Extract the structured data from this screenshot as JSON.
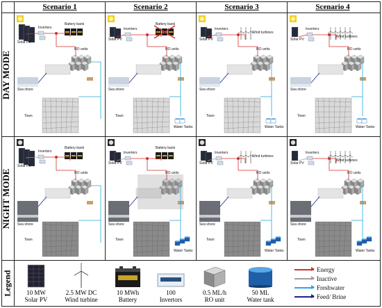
{
  "scenarios": [
    "Scenario 1",
    "Scenario 2",
    "Scenario 3",
    "Scenario 4"
  ],
  "modes": [
    "DAY MODE",
    "NIGHT MODE"
  ],
  "labels": {
    "solar_pv": "Solar PV",
    "inverters": "Inverters",
    "battery_bank": "Battery bank",
    "wind_turbines": "Wind turbines",
    "ro_units": "RO units",
    "sea_shore": "Sea shore",
    "town": "Town",
    "water_tanks": "Water Tanks"
  },
  "legend": {
    "title": "Legend",
    "items": [
      {
        "value": "10 MW",
        "name": "Solar PV",
        "icon": "solar-panel-icon"
      },
      {
        "value": "2.5 MW DC",
        "name": "Wind turbine",
        "icon": "wind-turbine-icon"
      },
      {
        "value": "10 MWh",
        "name": "Battery",
        "icon": "battery-icon"
      },
      {
        "value": "100",
        "name": "Invertors",
        "icon": "inverter-icon"
      },
      {
        "value": "0.5 ML/h",
        "name": "RO unit",
        "icon": "ro-unit-icon"
      },
      {
        "value": "50 ML",
        "name": "Water tank",
        "icon": "water-tank-icon"
      }
    ],
    "flows": [
      {
        "label": "Energy",
        "color": "#d32f2f"
      },
      {
        "label": "Inactive",
        "color": "#9e9e9e"
      },
      {
        "label": "Freshwater",
        "color": "#29a8d8"
      },
      {
        "label": "Feed/ Brine",
        "color": "#1a237e"
      }
    ]
  },
  "colors": {
    "energy": "#d32f2f",
    "inactive": "#9e9e9e",
    "freshwater": "#29a8d8",
    "feed": "#1a237e",
    "sun": "#f5d11a"
  }
}
